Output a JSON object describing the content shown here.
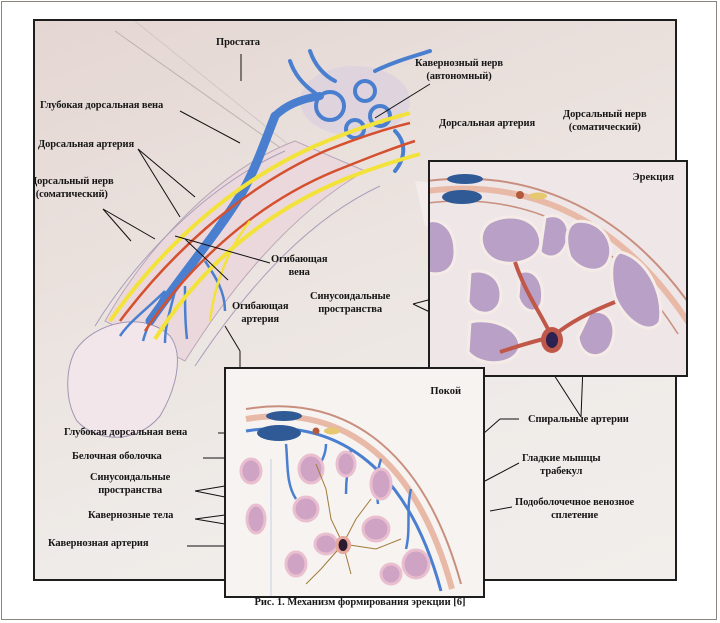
{
  "figure": {
    "caption": "Рис. 1. Механизм формирования эрекции [6]"
  },
  "overview": {
    "labels": {
      "prostate": "Простата",
      "cavernous_nerve": [
        "Кавернозный нерв",
        "(автономный)"
      ],
      "deep_dorsal_vein": "Глубокая дорсальная вена",
      "dorsal_artery": "Дорсальная артерия",
      "dorsal_nerve": [
        "Дорсальный нерв",
        "(соматический)"
      ],
      "circumflex_vein": [
        "Огибающая",
        "вена"
      ],
      "circumflex_artery": [
        "Огибающая",
        "артерия"
      ]
    }
  },
  "erection_inset": {
    "title": "Эрекция",
    "labels": {
      "dorsal_artery": "Дорсальная артерия",
      "dorsal_nerve": [
        "Дорсальный нерв",
        "(соматический)"
      ],
      "sinusoidal_spaces": [
        "Синусоидальные",
        "пространства"
      ],
      "helicine_arteries": "Спиральные артерии"
    }
  },
  "rest_inset": {
    "title": "Покой",
    "labels": {
      "deep_dorsal_vein": "Глубокая дорсальная вена",
      "tunica_albuginea": "Белочная оболочка",
      "sinusoidal_spaces": [
        "Синусоидальные",
        "пространства"
      ],
      "cavernous_bodies": "Кавернозные тела",
      "cavernous_artery": "Кавернозная артерия",
      "trabecular_smooth_muscle": [
        "Гладкие мышцы",
        "трабекул"
      ],
      "subtunical_venous_plexus": [
        "Подоболочечное венозное",
        "сплетение"
      ]
    }
  },
  "colors": {
    "vein": "#4a7fd0",
    "artery": "#d4502e",
    "nerve": "#f2e23a",
    "sinusoid": "#b9a0c6",
    "tissue": "#f0dcdc",
    "leader": "#111111"
  }
}
